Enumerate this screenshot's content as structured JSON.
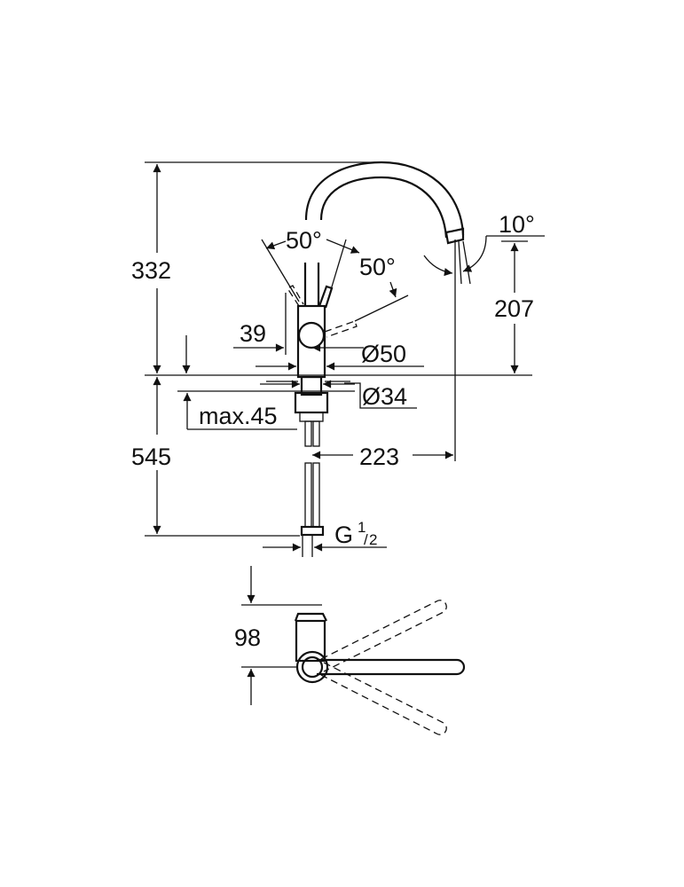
{
  "drawing": {
    "type": "faucet technical dimension drawing",
    "side_view": {
      "total_height": "332",
      "spout_clearance_height": "207",
      "lever_angle_left": "50°",
      "lever_angle_right": "50°",
      "spout_tilt_angle": "10°",
      "lever_offset": "39",
      "body_diameter": "Ø50",
      "hole_diameter": "Ø34",
      "max_countertop_thickness": "max.45",
      "spout_reach": "223",
      "hose_length": "545",
      "connection_thread_main": "G",
      "connection_thread_num": "1",
      "connection_thread_den": "2"
    },
    "top_view": {
      "depth": "98"
    }
  }
}
